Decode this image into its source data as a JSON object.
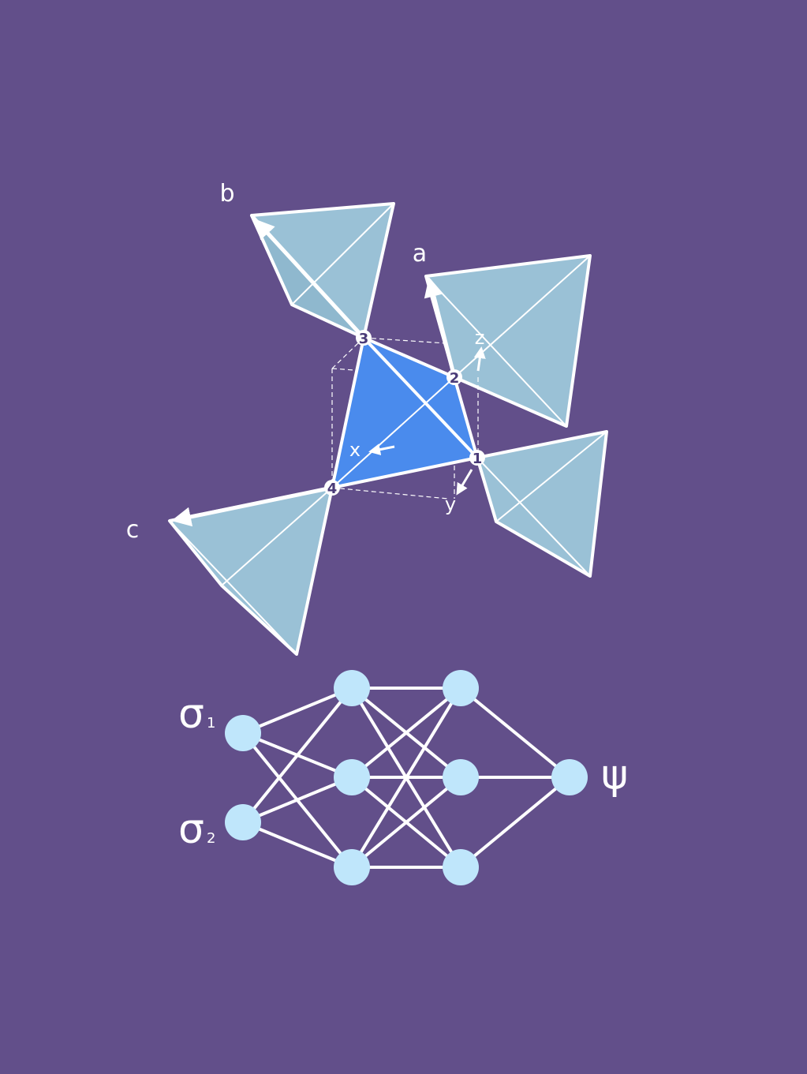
{
  "colors": {
    "background": "#624f8a",
    "outer_tetrahedra": "#9ac1d6",
    "central_tetrahedron": "#4a8bed",
    "neuron": "#bfe6fb",
    "lines": "#ffffff"
  },
  "lattice": {
    "axis_labels": {
      "a": "a",
      "b": "b",
      "c": "c"
    },
    "local_axes": {
      "x": "x",
      "y": "y",
      "z": "z"
    },
    "vertices": [
      "1",
      "2",
      "3",
      "4"
    ]
  },
  "network": {
    "inputs": [
      {
        "symbol": "σ",
        "subscript": "1"
      },
      {
        "symbol": "σ",
        "subscript": "2"
      }
    ],
    "output": "ψ",
    "layer_sizes": [
      2,
      3,
      3,
      1
    ]
  }
}
